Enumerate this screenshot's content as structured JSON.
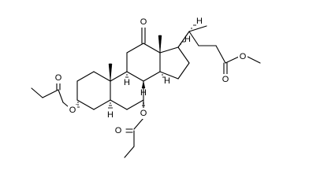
{
  "molecule": {
    "atom_labels": {
      "ketone_oxygen": "O",
      "c3_ester_oxygen": "O",
      "c3_carbonyl_oxygen": "O",
      "c7_ester_oxygen": "O",
      "c7_carbonyl_oxygen": "O",
      "methyl_ester_oxygen": "O",
      "side_chain_carbonyl_oxygen": "O",
      "stereo_h_c5": "H",
      "stereo_h_c8": "H",
      "stereo_h_c9": "H",
      "stereo_h_c14": "H",
      "stereo_h_c17": "H",
      "stereo_h_c20": "H"
    },
    "colors": {
      "bond": "#000000",
      "label": "#000000",
      "background": "#ffffff"
    }
  }
}
